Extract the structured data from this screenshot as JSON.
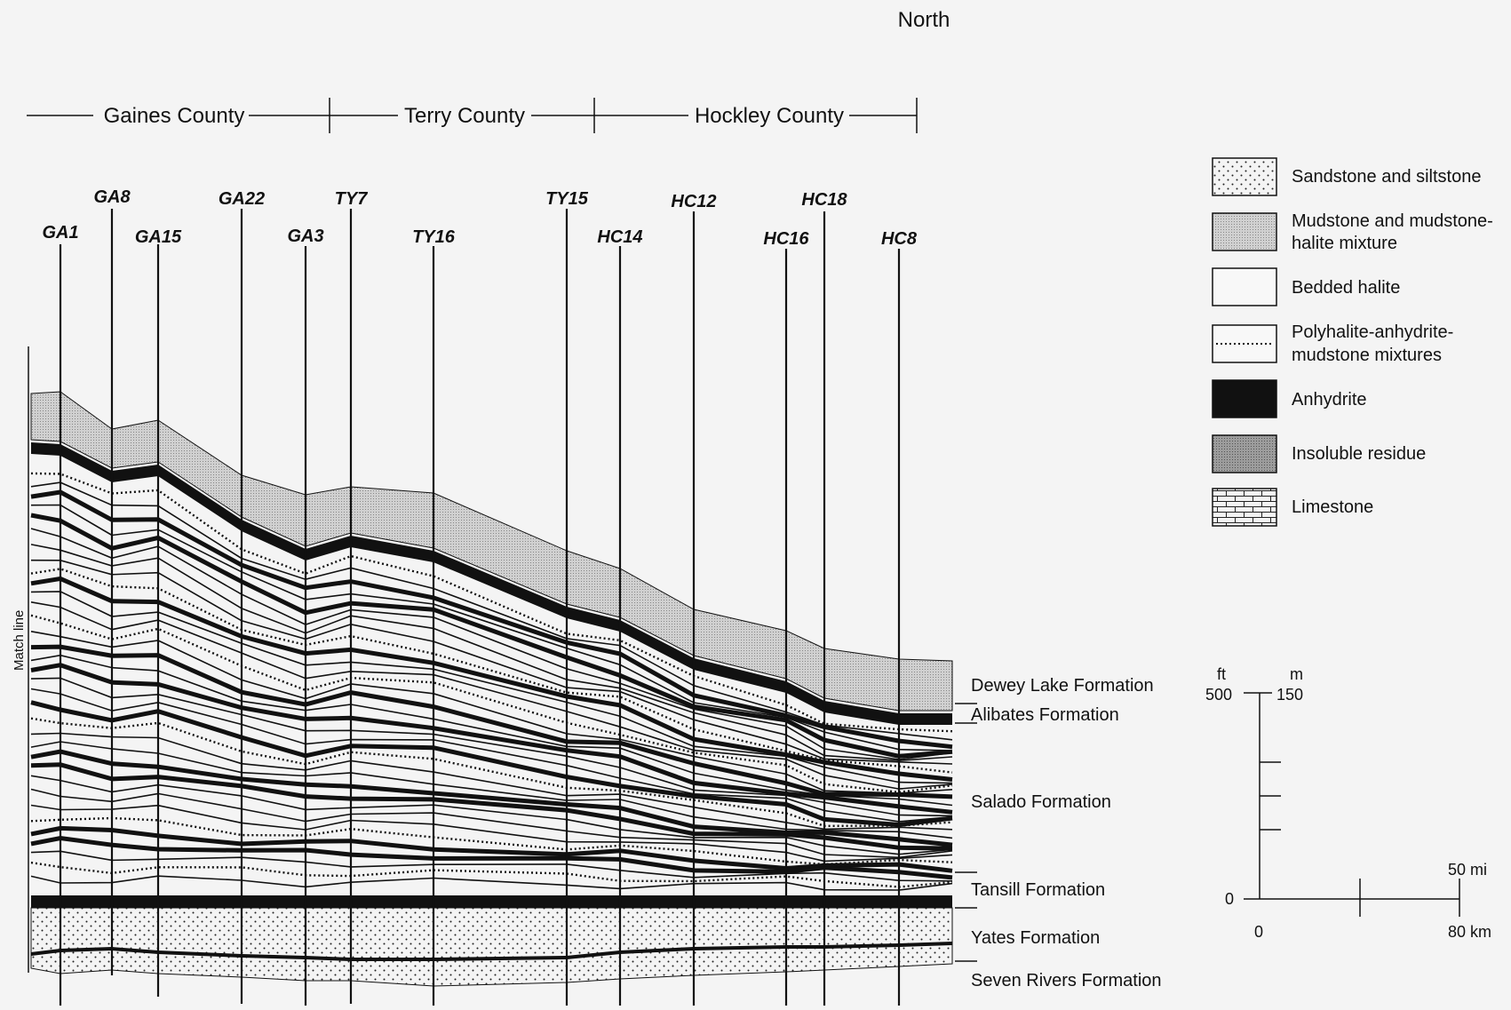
{
  "north_label": "North",
  "counties": [
    {
      "name": "Gaines County"
    },
    {
      "name": "Terry County"
    },
    {
      "name": "Hockley County"
    }
  ],
  "wells": [
    "GA1",
    "GA8",
    "GA15",
    "GA22",
    "GA3",
    "TY7",
    "TY16",
    "TY15",
    "HC14",
    "HC12",
    "HC16",
    "HC18",
    "HC8"
  ],
  "match_line_label": "Match line",
  "legend": [
    {
      "label_lines": [
        "Sandstone and siltstone"
      ],
      "pattern": "sandstone"
    },
    {
      "label_lines": [
        "Mudstone and mudstone-",
        "halite mixture"
      ],
      "pattern": "mudstone"
    },
    {
      "label_lines": [
        "Bedded halite"
      ],
      "pattern": "halite"
    },
    {
      "label_lines": [
        "Polyhalite-anhydrite-",
        "mudstone mixtures"
      ],
      "pattern": "polyhalite"
    },
    {
      "label_lines": [
        "Anhydrite"
      ],
      "pattern": "anhydrite"
    },
    {
      "label_lines": [
        "Insoluble residue"
      ],
      "pattern": "insoluble"
    },
    {
      "label_lines": [
        "Limestone"
      ],
      "pattern": "limestone"
    }
  ],
  "formations": [
    "Dewey Lake Formation",
    "Alibates Formation",
    "Salado Formation",
    "Tansill Formation",
    "Yates Formation",
    "Seven Rivers Formation"
  ],
  "vertical_scale": {
    "ft_unit": "ft",
    "m_unit": "m",
    "ft_top": "500",
    "m_top": "150",
    "zero": "0"
  },
  "horizontal_scale": {
    "mi_label": "50 mi",
    "km_label": "80 km",
    "zero": "0"
  },
  "colors": {
    "background": "#f4f4f4",
    "ink": "#111111",
    "mudstone": "#d2d2d2",
    "insoluble": "#9a9a9a"
  }
}
